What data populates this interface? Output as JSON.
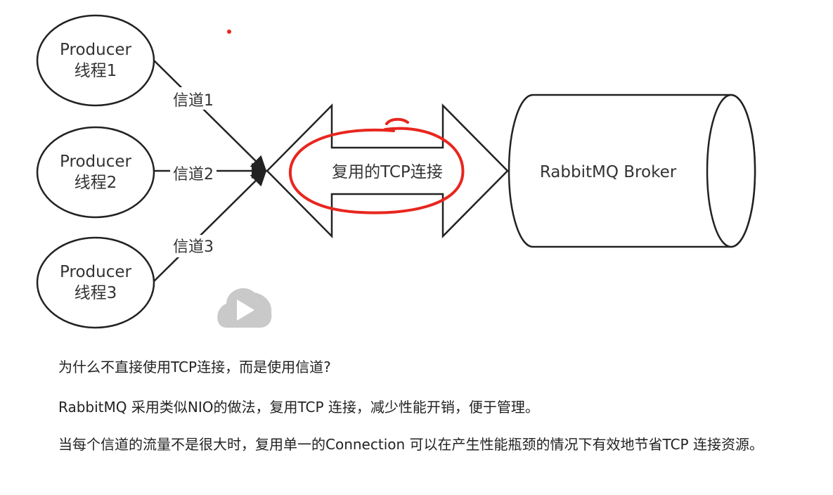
{
  "diagram": {
    "producers": [
      {
        "title": "Producer",
        "subtitle": "线程1",
        "channel": "信道1"
      },
      {
        "title": "Producer",
        "subtitle": "线程2",
        "channel": "信道2"
      },
      {
        "title": "Producer",
        "subtitle": "线程3",
        "channel": "信道3"
      }
    ],
    "tcp_label": "复用的TCP连接",
    "broker_label": "RabbitMQ Broker",
    "annotation_color": "#e8261e",
    "stroke_color": "#222222",
    "play_icon_color": "#c9c9c9"
  },
  "text": {
    "question": "为什么不直接使用TCP连接，而是使用信道?",
    "answer1": "RabbitMQ 采用类似NIO的做法，复用TCP 连接，减少性能开销，便于管理。",
    "answer2": "当每个信道的流量不是很大时，复用单一的Connection 可以在产生性能瓶颈的情况下有效地节省TCP 连接资源。"
  }
}
